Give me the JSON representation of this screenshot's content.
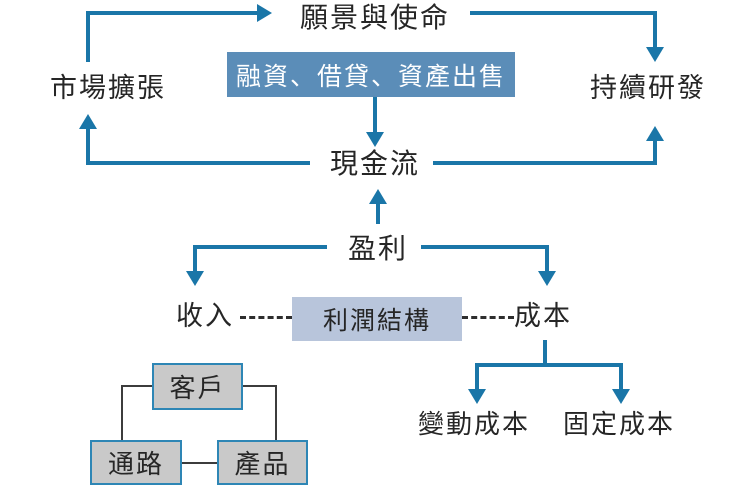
{
  "nodes": {
    "vision": "願景與使命",
    "financing": "融資、借貸、資產出售",
    "market_expansion": "市場擴張",
    "continuous_rd": "持續研發",
    "cash_flow": "現金流",
    "profit": "盈利",
    "revenue": "收入",
    "profit_structure": "利潤結構",
    "cost": "成本",
    "variable_cost": "變動成本",
    "fixed_cost": "固定成本",
    "customer": "客戶",
    "channel": "通路",
    "product": "產品"
  },
  "colors": {
    "arrow": "#1a76a8",
    "financing_box_bg": "#5b8db8",
    "financing_box_text": "#ffffff",
    "profit_structure_bg": "#b8c5db",
    "entity_box_bg": "#c9c9c9",
    "entity_box_border": "#2e86b5",
    "dashed_connector": "#2e2e2e",
    "mini_connector": "#3c3c3c",
    "text": "#262626",
    "background": "#ffffff"
  }
}
